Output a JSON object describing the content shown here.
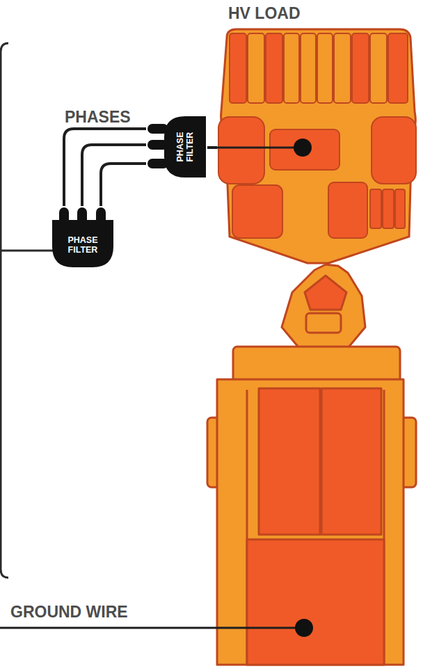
{
  "diagram": {
    "nodes": [
      {
        "text": [
          "HV LOAD"
        ]
      },
      {
        "text": [
          "PHASE FILTER"
        ]
      },
      {
        "text": [
          "PHASE FILTER"
        ]
      }
    ],
    "edges": [
      {
        "from": 2,
        "to": 1,
        "arrow": "none"
      },
      {
        "from": 2,
        "to": 1,
        "arrow": "none"
      },
      {
        "from": 2,
        "to": 1,
        "arrow": "none"
      },
      {
        "from": 1,
        "to": 0,
        "arrow": "none"
      }
    ],
    "labels": [
      "PHASES",
      "GROUND WIRE"
    ]
  }
}
